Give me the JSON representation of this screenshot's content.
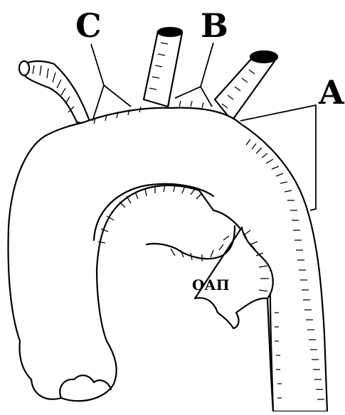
{
  "diagram": {
    "labels": {
      "a": "A",
      "b": "B",
      "c": "C",
      "duct": "ОАП"
    },
    "colors": {
      "ink": "#000000",
      "paper": "#ffffff"
    }
  }
}
